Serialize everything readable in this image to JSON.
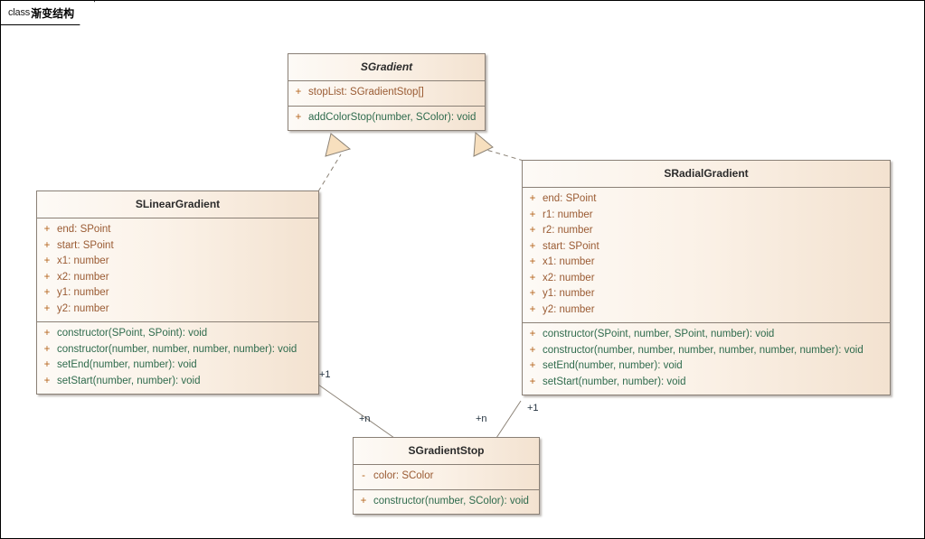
{
  "diagram": {
    "kind_label": "class",
    "name": "渐变结构"
  },
  "classes": {
    "sgradient": {
      "name": "SGradient",
      "abstract": true,
      "attributes": [
        {
          "visibility": "+",
          "text": "stopList: SGradientStop[]"
        }
      ],
      "methods": [
        {
          "visibility": "+",
          "text": "addColorStop(number, SColor): void"
        }
      ]
    },
    "slineargradient": {
      "name": "SLinearGradient",
      "abstract": false,
      "attributes": [
        {
          "visibility": "+",
          "text": "end: SPoint"
        },
        {
          "visibility": "+",
          "text": "start: SPoint"
        },
        {
          "visibility": "+",
          "text": "x1: number"
        },
        {
          "visibility": "+",
          "text": "x2: number"
        },
        {
          "visibility": "+",
          "text": "y1: number"
        },
        {
          "visibility": "+",
          "text": "y2: number"
        }
      ],
      "methods": [
        {
          "visibility": "+",
          "text": "constructor(SPoint, SPoint): void"
        },
        {
          "visibility": "+",
          "text": "constructor(number, number, number, number): void"
        },
        {
          "visibility": "+",
          "text": "setEnd(number, number): void"
        },
        {
          "visibility": "+",
          "text": "setStart(number, number): void"
        }
      ]
    },
    "sradialgradient": {
      "name": "SRadialGradient",
      "abstract": false,
      "attributes": [
        {
          "visibility": "+",
          "text": "end: SPoint"
        },
        {
          "visibility": "+",
          "text": "r1: number"
        },
        {
          "visibility": "+",
          "text": "r2: number"
        },
        {
          "visibility": "+",
          "text": "start: SPoint"
        },
        {
          "visibility": "+",
          "text": "x1: number"
        },
        {
          "visibility": "+",
          "text": "x2: number"
        },
        {
          "visibility": "+",
          "text": "y1: number"
        },
        {
          "visibility": "+",
          "text": "y2: number"
        }
      ],
      "methods": [
        {
          "visibility": "+",
          "text": "constructor(SPoint, number, SPoint, number): void"
        },
        {
          "visibility": "+",
          "text": "constructor(number, number, number, number, number, number): void"
        },
        {
          "visibility": "+",
          "text": "setEnd(number, number): void"
        },
        {
          "visibility": "+",
          "text": "setStart(number, number): void"
        }
      ]
    },
    "sgradientstop": {
      "name": "SGradientStop",
      "abstract": false,
      "attributes": [
        {
          "visibility": "-",
          "text": "color: SColor"
        }
      ],
      "methods": [
        {
          "visibility": "+",
          "text": "constructor(number, SColor): void"
        }
      ]
    }
  },
  "relationships": {
    "linear_realizes_gradient": {
      "type": "realization",
      "from": "SLinearGradient",
      "to": "SGradient"
    },
    "radial_realizes_gradient": {
      "type": "realization",
      "from": "SRadialGradient",
      "to": "SGradient"
    },
    "linear_to_stop": {
      "type": "association",
      "from": "SLinearGradient",
      "to": "SGradientStop",
      "source_multiplicity": "+1",
      "target_multiplicity": "+n"
    },
    "radial_to_stop": {
      "type": "association",
      "from": "SRadialGradient",
      "to": "SGradientStop",
      "source_multiplicity": "+1",
      "target_multiplicity": "+n"
    }
  },
  "colors": {
    "class_border": "#8a8076",
    "header_light": "#fdfaf6",
    "header_tan": "#f3e2d0",
    "attribute_text": "#9a5b33",
    "method_text": "#2f6b4d",
    "visibility_text": "#b5651d",
    "connector_line": "#8c8377",
    "arrow_fill": "#f7dfbe",
    "multiplicity_text": "#23323f"
  }
}
